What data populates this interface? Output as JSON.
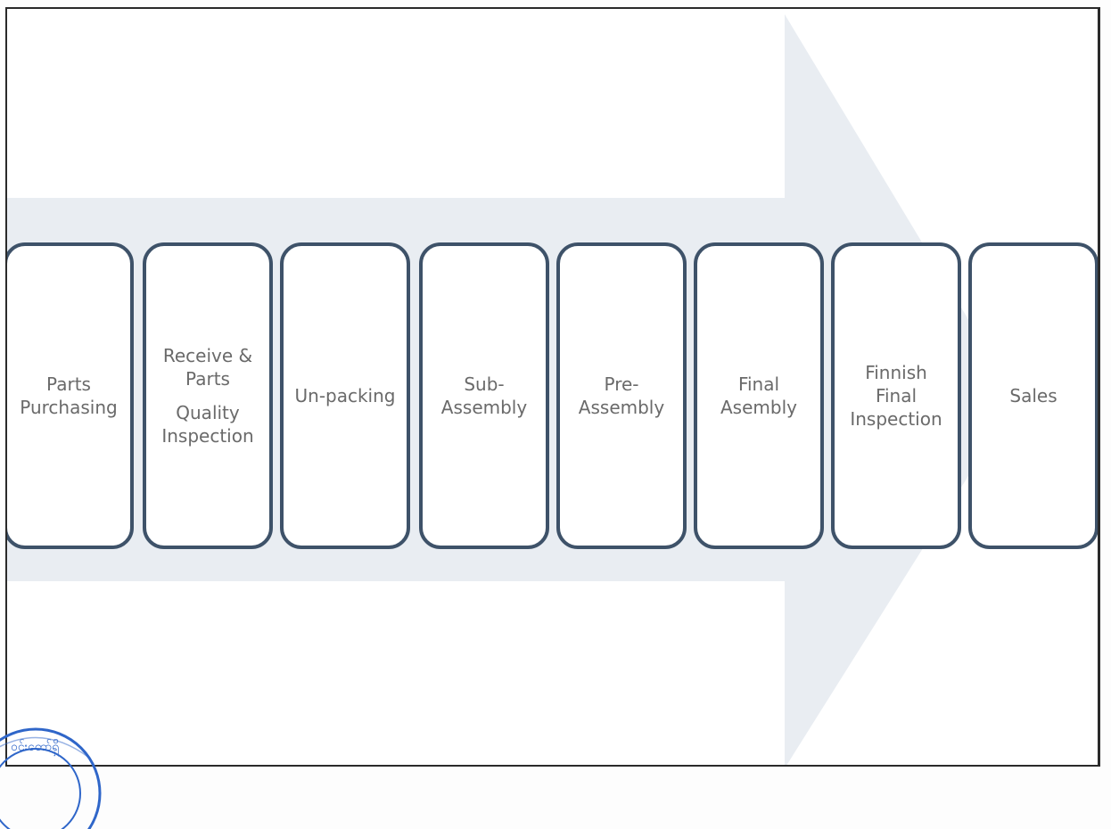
{
  "diagram": {
    "steps": [
      {
        "lines": [
          "Parts",
          "Purchasing"
        ]
      },
      {
        "lines": [
          "Receive &",
          "Parts"
        ],
        "lines2": [
          "Quality",
          "Inspection"
        ]
      },
      {
        "lines": [
          "Un-packing"
        ]
      },
      {
        "lines": [
          "Sub-",
          "Assembly"
        ]
      },
      {
        "lines": [
          "Pre-",
          "Assembly"
        ]
      },
      {
        "lines": [
          "Final",
          "Asembly"
        ]
      },
      {
        "lines": [
          "Finnish",
          "Final",
          "Inspection"
        ]
      },
      {
        "lines": [
          "Sales"
        ]
      }
    ],
    "seal_text": "ဝင်းတော်ရှိ"
  },
  "colors": {
    "arrow": "#e9edf2",
    "box_border": "#3e5269",
    "text": "#6a6a6a",
    "seal": "#2f66c9"
  }
}
